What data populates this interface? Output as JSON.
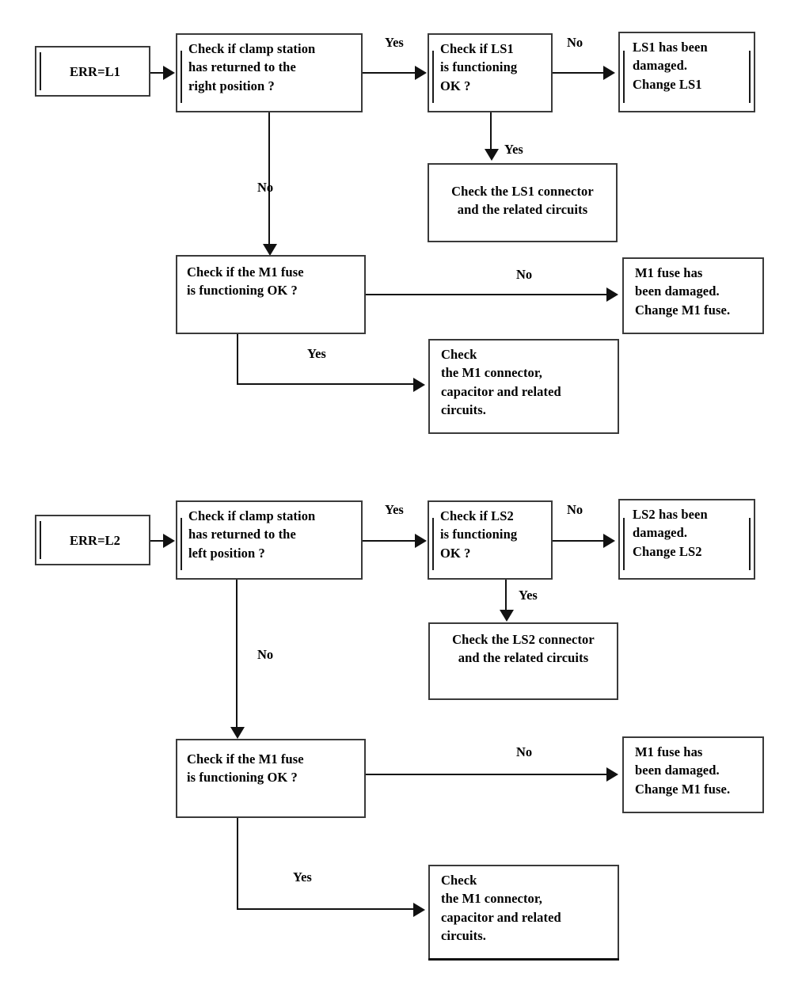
{
  "diagram": {
    "title": "Clamp station error troubleshooting flowcharts",
    "colors": {
      "line": "#111111",
      "box_border": "#3a3a3a",
      "background": "#ffffff",
      "text": "#000000"
    },
    "sections": [
      {
        "id": "err-l1",
        "start": {
          "label": "ERR=L1"
        },
        "nodes": {
          "clamp_check": "Check if clamp station\nhas returned to the\nright position ?",
          "ls_check": "Check if LS1\nis functioning\nOK ?",
          "ls_damaged": "LS1 has been\ndamaged.\nChange LS1",
          "ls_connector": "Check the LS1 connector\nand the related circuits",
          "fuse_check": "Check if the M1 fuse\nis functioning OK ?",
          "fuse_damaged": "M1 fuse has\nbeen damaged.\nChange M1 fuse.",
          "fuse_connector": " Check\nthe M1 connector,\ncapacitor and related\ncircuits."
        },
        "edges": {
          "clamp_yes": "Yes",
          "clamp_no": "No",
          "ls_no": "No",
          "ls_yes": "Yes",
          "fuse_no": "No",
          "fuse_yes": "Yes"
        }
      },
      {
        "id": "err-l2",
        "start": {
          "label": "ERR=L2"
        },
        "nodes": {
          "clamp_check": "Check if clamp station\nhas returned to the\nleft position ?",
          "ls_check": "Check if LS2\nis functioning\nOK ?",
          "ls_damaged": "LS2 has been\ndamaged.\nChange LS2",
          "ls_connector": "Check the LS2 connector\nand the related circuits",
          "fuse_check": "Check if the M1 fuse\nis functioning OK ?",
          "fuse_damaged": "M1 fuse has\nbeen damaged.\nChange M1 fuse.",
          "fuse_connector": " Check\nthe M1 connector,\ncapacitor and related\ncircuits."
        },
        "edges": {
          "clamp_yes": "Yes",
          "clamp_no": "No",
          "ls_no": "No",
          "ls_yes": "Yes",
          "fuse_no": "No",
          "fuse_yes": "Yes"
        }
      }
    ]
  }
}
